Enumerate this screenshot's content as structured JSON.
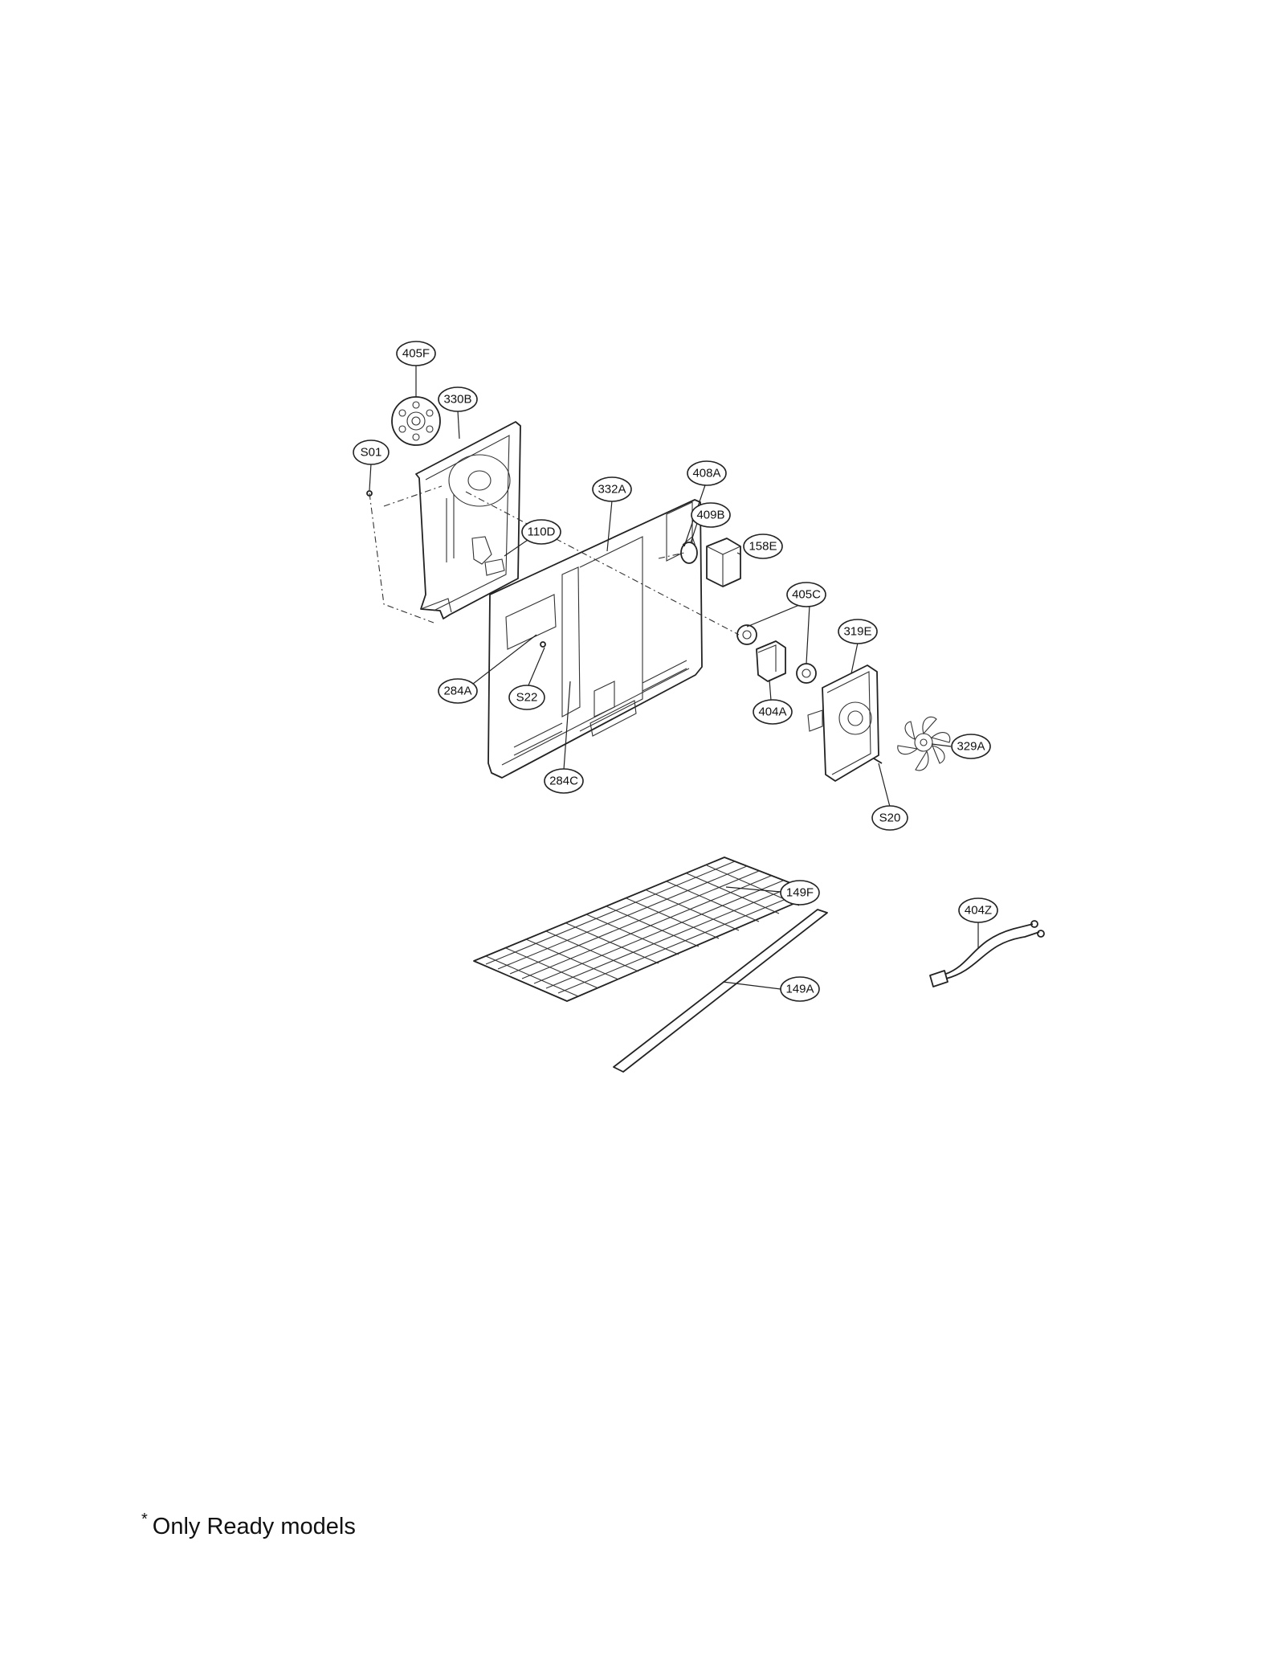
{
  "callouts": [
    "405F",
    "330B",
    "S01",
    "332A",
    "408A",
    "409B",
    "110D",
    "158E",
    "405C",
    "319E",
    "284A",
    "S22",
    "404A",
    "329A",
    "284C",
    "S20",
    "149F",
    "149A",
    "404Z"
  ],
  "footnote": {
    "marker": "*",
    "text": "Only Ready models"
  }
}
